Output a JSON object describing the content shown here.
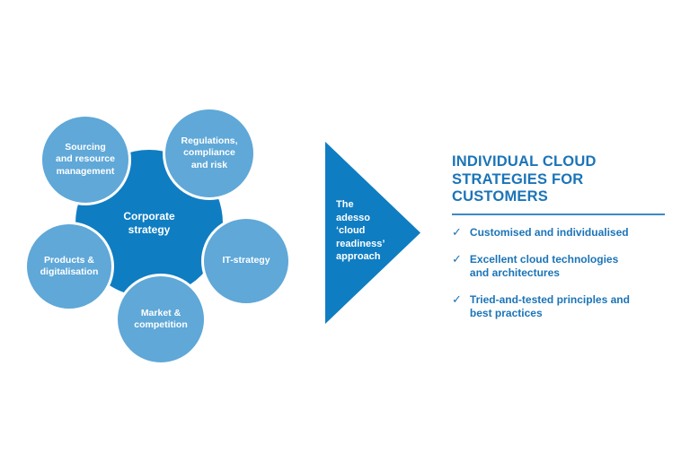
{
  "colors": {
    "primary_blue": "#0f7dc2",
    "satellite_blue": "#5fa8d8",
    "text_blue": "#1b74b8"
  },
  "diagram": {
    "center_circle": {
      "label": "Corporate\nstrategy"
    },
    "satellites": [
      {
        "id": "sourcing",
        "label": "Sourcing\nand resource\nmanagement"
      },
      {
        "id": "regulations",
        "label": "Regulations,\ncompliance\nand risk"
      },
      {
        "id": "it_strategy",
        "label": "IT-strategy"
      },
      {
        "id": "market",
        "label": "Market &\ncompetition"
      },
      {
        "id": "products",
        "label": "Products &\ndigitalisation"
      }
    ]
  },
  "arrow": {
    "label": "The\nadesso\n‘cloud\nreadiness’\napproach"
  },
  "results": {
    "heading": "INDIVIDUAL CLOUD\nSTRATEGIES FOR CUSTOMERS",
    "items": [
      {
        "text": "Customised and individualised"
      },
      {
        "text": "Excellent cloud technologies\nand architectures"
      },
      {
        "text": "Tried-and-tested principles and\nbest practices"
      }
    ]
  },
  "icons": {
    "check": "✓"
  }
}
